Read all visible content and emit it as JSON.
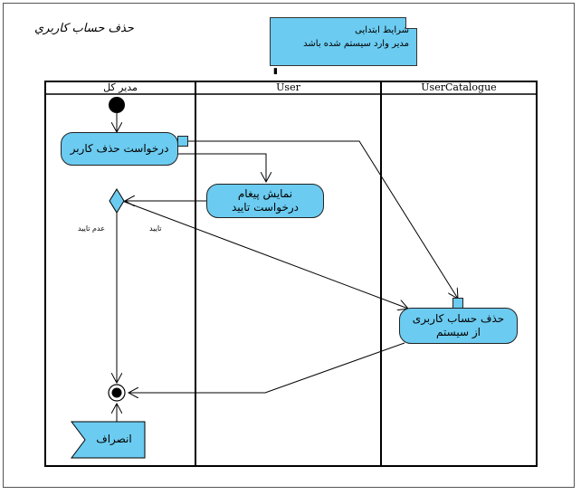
{
  "diagram": {
    "title": "حذف حساب كاربري",
    "note": {
      "heading": "شرایط ابتدایی",
      "body": "مدیر وارد سیستم شده باشد"
    },
    "lanes": [
      "مدیر کل",
      "User",
      "UserCatalogue"
    ],
    "actions": {
      "request_delete": "درخواست حذف کاربر",
      "show_confirm": "نمایش پیغام درخواست تایید",
      "delete_account": "حذف حساب کاربری از سیستم"
    },
    "guards": {
      "reject": "عدم تایید",
      "confirm": "تایید"
    },
    "cancel": "انصراف",
    "colors": {
      "fill": "#6ccbf0",
      "line": "#000000"
    }
  }
}
